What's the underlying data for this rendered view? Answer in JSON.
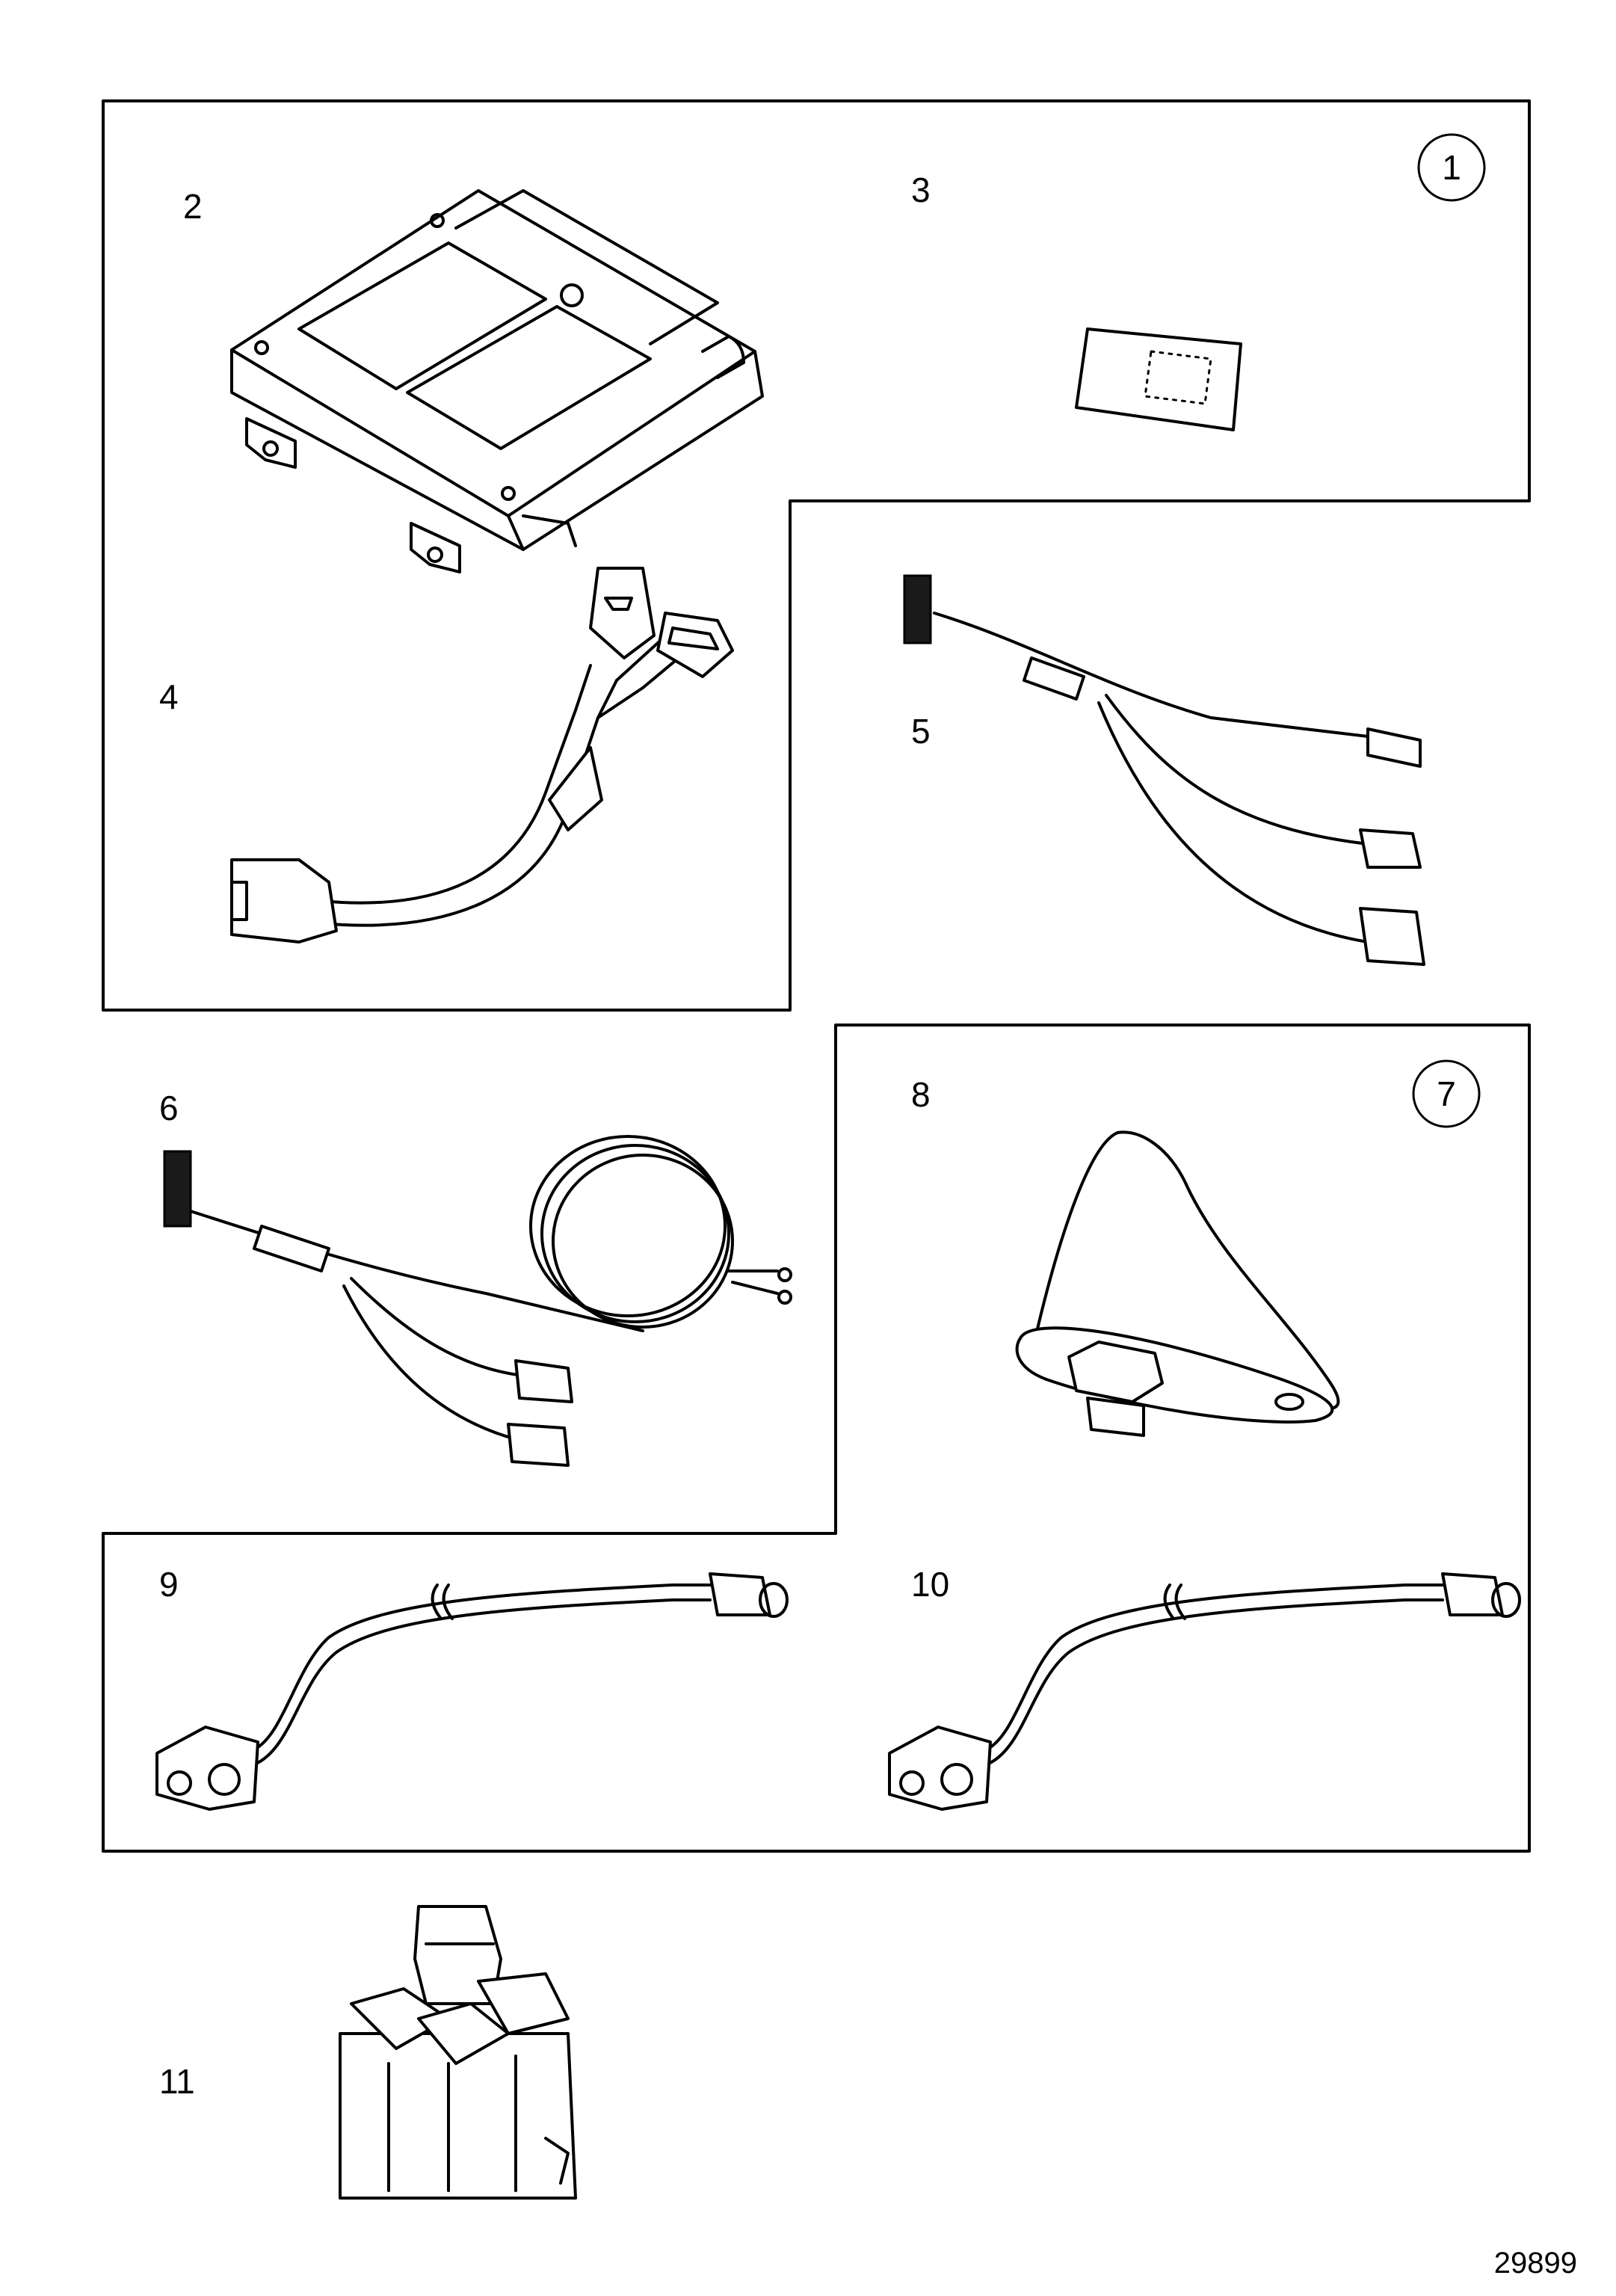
{
  "item_numbers": {
    "n1": "1",
    "n2": "2",
    "n3": "3",
    "n4": "4",
    "n5": "5",
    "n6": "6",
    "n7": "7",
    "n8": "8",
    "n9": "9",
    "n10": "10",
    "n11": "11"
  },
  "document_number": "29899"
}
